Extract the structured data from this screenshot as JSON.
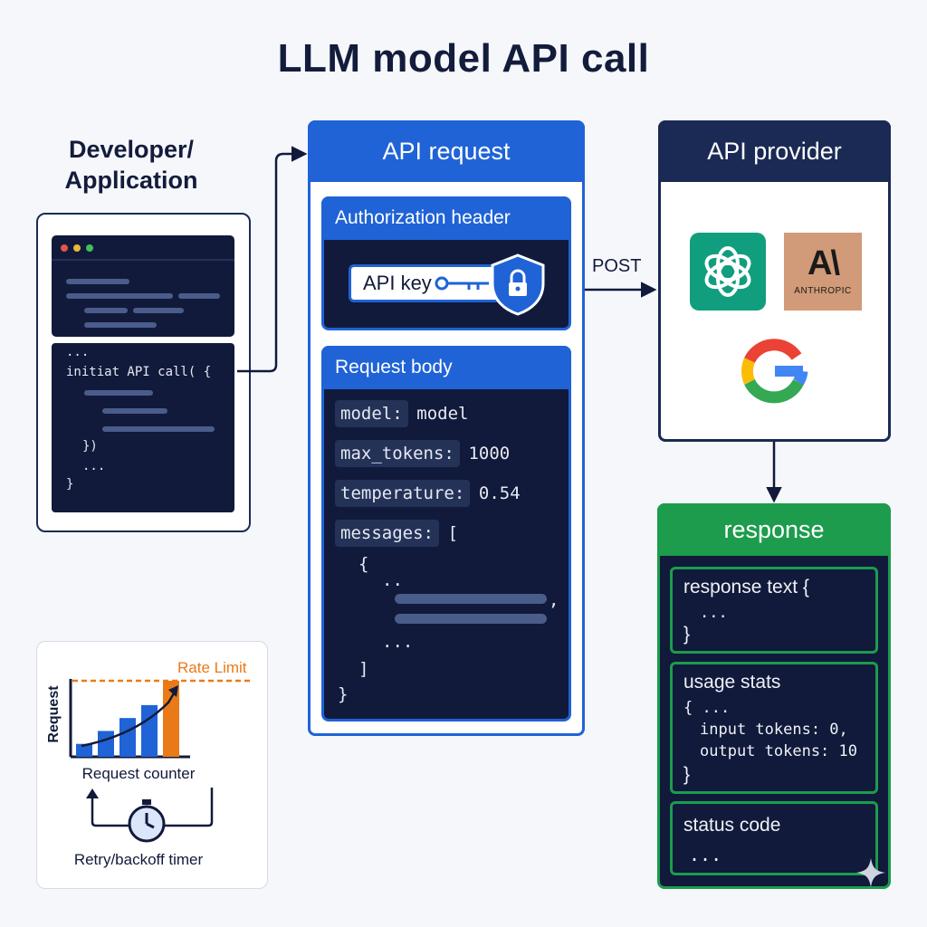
{
  "title": "LLM model API call",
  "developer": {
    "label_line1": "Developer/",
    "label_line2": "Application",
    "code": {
      "line1": "...",
      "line2": "initiat API call( {",
      "line3": "})",
      "line4": "...",
      "line5": "}"
    }
  },
  "request": {
    "title": "API request",
    "auth": {
      "title": "Authorization header",
      "key_label": "API key"
    },
    "body": {
      "title": "Request body",
      "fields": [
        {
          "key": "model:",
          "value": "model"
        },
        {
          "key": "max_tokens:",
          "value": "1000"
        },
        {
          "key": "temperature:",
          "value": "0.54"
        },
        {
          "key": "messages:",
          "value": "["
        }
      ],
      "brace_open": "{",
      "dots1": "..",
      "comma": ",",
      "dots2": "...",
      "bracket_close": "]",
      "brace_close": "}"
    }
  },
  "connector": {
    "method": "POST"
  },
  "provider": {
    "title": "API provider",
    "logos": [
      "openai-logo",
      "anthropic-logo",
      "google-logo"
    ],
    "anthropic_mark": "A\\",
    "anthropic_name": "ANTHROPIC"
  },
  "response": {
    "title": "response",
    "text_box": {
      "title": "response text {",
      "dots": "...",
      "close": "}"
    },
    "usage_box": {
      "title": "usage stats",
      "open": "{ ...",
      "input": "input tokens: 0,",
      "output": "output tokens: 10",
      "close": "}"
    },
    "status_box": {
      "title": "status code",
      "dots": "..."
    }
  },
  "rate_limit": {
    "limit_label": "Rate Limit",
    "axis_label": "Request",
    "counter_label": "Request counter",
    "timer_label": "Retry/backoff timer",
    "bar_values": [
      1,
      2,
      3,
      4,
      5
    ],
    "limit_value": 5,
    "colors": {
      "bars": "#1f63d6",
      "limit_bar": "#ea7a17",
      "limit_line": "#ea7a17"
    }
  },
  "colors": {
    "request_blue": "#1f63d6",
    "navy": "#111a3b",
    "provider_navy": "#1a2a55",
    "response_green": "#1c9c4c",
    "openai_green": "#119e7e",
    "anthropic_tan": "#d19a78"
  }
}
